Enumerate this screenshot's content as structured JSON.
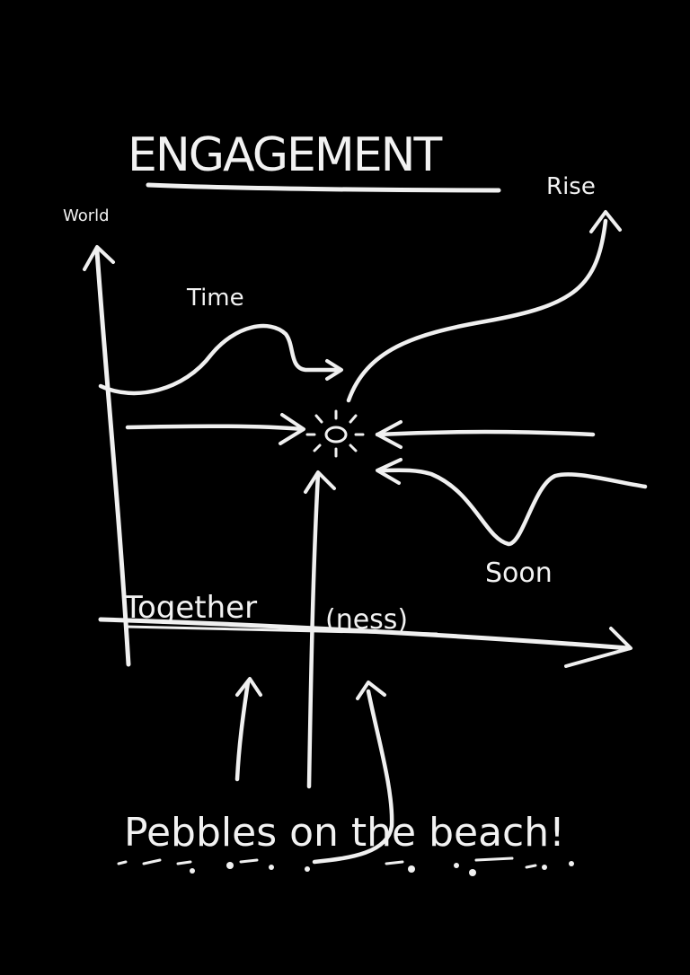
{
  "title": "ENGAGEMENT",
  "labels": {
    "y_axis": "World",
    "x_axis": "Together",
    "x_axis_suffix": "(ness)",
    "rise": "Rise",
    "time": "Time",
    "soon": "Soon",
    "footer": "Pebbles on the beach!"
  },
  "colors": {
    "background": "#000000",
    "chalk": "#f0f0f0"
  }
}
